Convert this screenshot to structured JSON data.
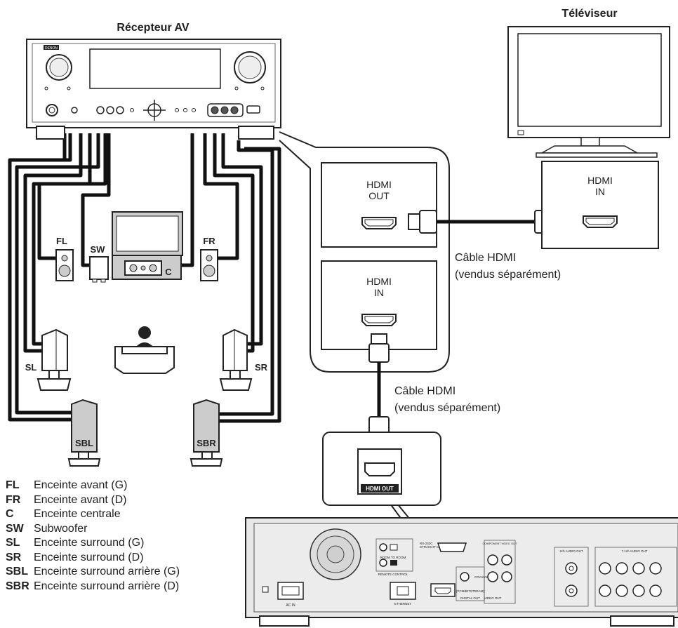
{
  "labels": {
    "receiver": "Récepteur AV",
    "tv": "Téléviseur",
    "receiver_brand": "DENON",
    "hdmi_out": "HDMI\nOUT",
    "hdmi_in_tv": "HDMI\nIN",
    "hdmi_in_receiver": "HDMI\nIN",
    "cable1_line1": "Câble HDMI",
    "cable1_line2": "(vendus séparément)",
    "cable2_line1": "Câble HDMI",
    "cable2_line2": "(vendus séparément)",
    "player_hdmi_port": "HDMI OUT",
    "spk_fl": "FL",
    "spk_fr": "FR",
    "spk_sw": "SW",
    "spk_c": "C",
    "spk_sl": "SL",
    "spk_sr": "SR",
    "spk_sbl": "SBL",
    "spk_sbr": "SBR",
    "panel_room": "ROOM TO ROOM",
    "panel_remote": "REMOTE CONTROL",
    "panel_rs232": "RS-232C\nSTRAIGHT CABLE",
    "panel_ethernet": "ETHERNET",
    "panel_acin": "AC IN",
    "panel_coaxial": "COAXIAL",
    "panel_digital": "DIGITAL OUT",
    "panel_pcm": "(PCM/BITSTREAM)",
    "panel_video": "VIDEO OUT",
    "panel_component": "COMPONENT VIDEO OUT",
    "panel_2ch": "2ch AUDIO OUT",
    "panel_71ch": "7.1ch AUDIO OUT"
  },
  "legend": [
    {
      "code": "FL",
      "desc": "Enceinte avant (G)"
    },
    {
      "code": "FR",
      "desc": "Enceinte avant (D)"
    },
    {
      "code": "C",
      "desc": "Enceinte centrale"
    },
    {
      "code": "SW",
      "desc": "Subwoofer"
    },
    {
      "code": "SL",
      "desc": "Enceinte surround (G)"
    },
    {
      "code": "SR",
      "desc": "Enceinte surround (D)"
    },
    {
      "code": "SBL",
      "desc": "Enceinte surround arrière (G)"
    },
    {
      "code": "SBR",
      "desc": "Enceinte surround arrière (D)"
    }
  ]
}
